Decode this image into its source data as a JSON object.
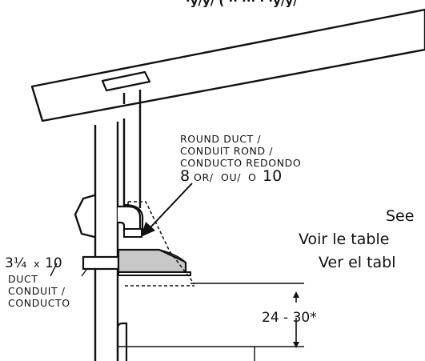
{
  "top_partial_text": "·y/y/ ( ·· ··· · ·y/y/",
  "round_duct": {
    "line1": "ROUND DUCT /",
    "line2": "CONDUIT ROND /",
    "line3": "CONDUCTO REDONDO",
    "size_a": "8",
    "sep_or": "OR/",
    "sep_ou": "OU/",
    "sep_o": "O",
    "size_b": "10"
  },
  "rect_duct": {
    "size_w": "3¼",
    "size_x": "x",
    "size_h": "10",
    "line1": "DUCT",
    "line2": "CONDUIT /",
    "line3": "CONDUCTO"
  },
  "height_label": "24 - 30*",
  "note": {
    "line1": "See",
    "line2": "Voir le table",
    "line3": "Ver el tabl"
  }
}
